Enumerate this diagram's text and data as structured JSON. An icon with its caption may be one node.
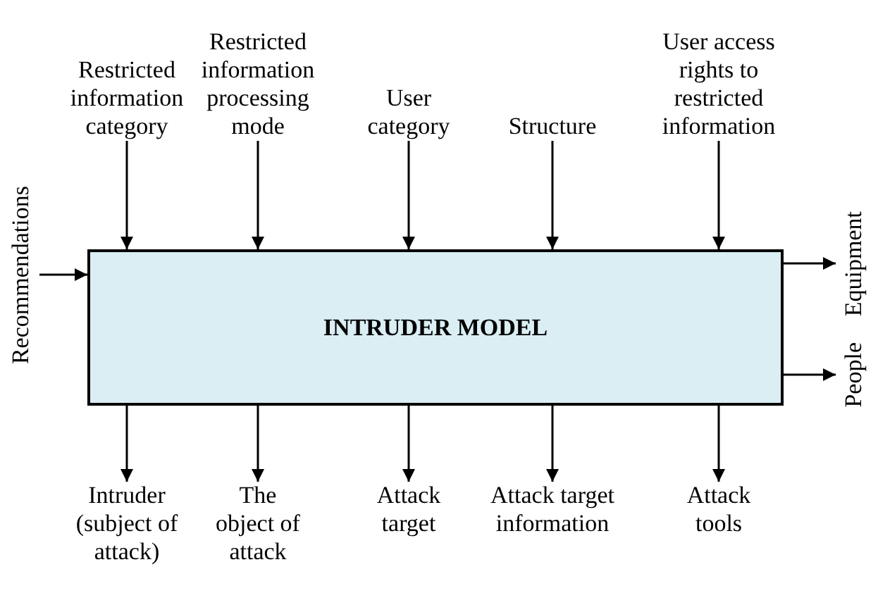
{
  "diagram": {
    "nodes": [
      {
        "text": [
          "Restricted information category"
        ]
      },
      {
        "text": [
          "Restricted information processing mode"
        ]
      },
      {
        "text": [
          "User category"
        ]
      },
      {
        "text": [
          "Structure"
        ]
      },
      {
        "text": [
          "User access rights to restricted information"
        ]
      },
      {
        "text": [
          "Recommendations"
        ]
      },
      {
        "text": [
          "INTRUDER MODEL"
        ]
      },
      {
        "text": [
          "Equipment"
        ]
      },
      {
        "text": [
          "People"
        ]
      },
      {
        "text": [
          "Intruder (subject of attack)"
        ]
      },
      {
        "text": [
          "The object of attack"
        ]
      },
      {
        "text": [
          "Attack target"
        ]
      },
      {
        "text": [
          "Attack target information"
        ]
      },
      {
        "text": [
          "Attack tools"
        ]
      }
    ],
    "edges": [
      {
        "from": 0,
        "to": 6,
        "arrow": "to"
      },
      {
        "from": 1,
        "to": 6,
        "arrow": "to"
      },
      {
        "from": 2,
        "to": 6,
        "arrow": "to"
      },
      {
        "from": 3,
        "to": 6,
        "arrow": "to"
      },
      {
        "from": 4,
        "to": 6,
        "arrow": "to"
      },
      {
        "from": 5,
        "to": 6,
        "arrow": "to"
      },
      {
        "from": 6,
        "to": 7,
        "arrow": "to"
      },
      {
        "from": 6,
        "to": 8,
        "arrow": "to"
      },
      {
        "from": 6,
        "to": 9,
        "arrow": "to"
      },
      {
        "from": 6,
        "to": 10,
        "arrow": "to"
      },
      {
        "from": 6,
        "to": 11,
        "arrow": "to"
      },
      {
        "from": 6,
        "to": 12,
        "arrow": "to"
      },
      {
        "from": 6,
        "to": 13,
        "arrow": "to"
      }
    ]
  }
}
